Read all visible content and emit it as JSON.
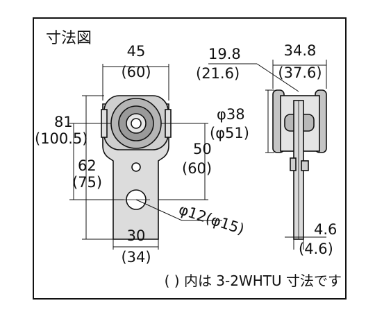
{
  "title": "寸法図",
  "front_view": {
    "width_top": "45",
    "width_top_alt": "(60)",
    "height_total": "81",
    "height_total_alt": "(100.5)",
    "height_hole": "62",
    "height_hole_alt": "(75)",
    "height_center": "50",
    "height_center_alt": "(60)",
    "width_base": "30",
    "width_base_alt": "(34)",
    "hole_dia": "φ12(φ15)"
  },
  "side_view": {
    "offset": "19.8",
    "offset_alt": "(21.6)",
    "width": "34.8",
    "width_alt": "(37.6)",
    "wheel_dia": "φ38",
    "wheel_dia_alt": "(φ51)",
    "plate_thickness": "4.6",
    "plate_thickness_alt": "(4.6)"
  },
  "footnote": "( ) 内は 3-2WHTU 寸法です",
  "colors": {
    "line": "#111111",
    "metal": "#bdbdbd",
    "background": "#ffffff"
  }
}
